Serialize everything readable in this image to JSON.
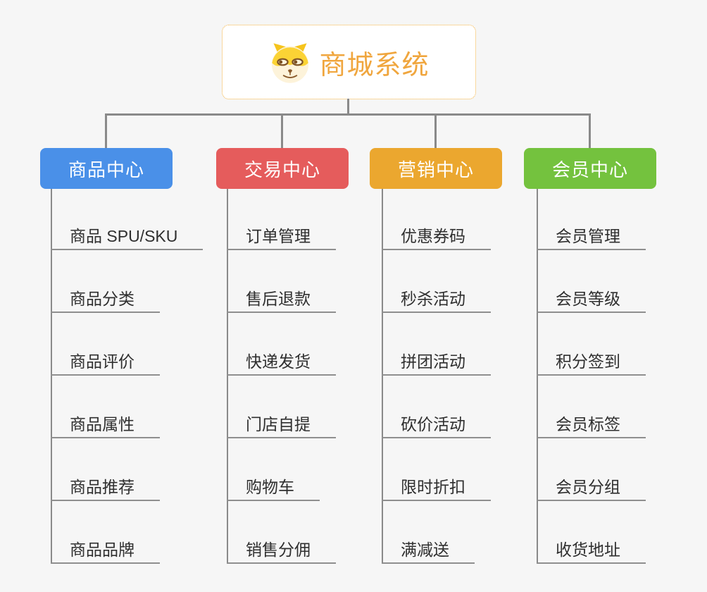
{
  "canvas": {
    "background_color": "#f6f6f6",
    "connector_color": "#8a8a8a"
  },
  "root": {
    "label": "商城系统",
    "icon": "doge-face-icon",
    "text_color": "#f0a63e",
    "border_color": "#f3b13f"
  },
  "branches": [
    {
      "label": "商品中心",
      "color": "#4a90e8",
      "items": [
        "商品 SPU/SKU",
        "商品分类",
        "商品评价",
        "商品属性",
        "商品推荐",
        "商品品牌"
      ]
    },
    {
      "label": "交易中心",
      "color": "#e55c5c",
      "items": [
        "订单管理",
        "售后退款",
        "快递发货",
        "门店自提",
        "购物车",
        "销售分佣"
      ]
    },
    {
      "label": "营销中心",
      "color": "#eba72f",
      "items": [
        "优惠券码",
        "秒杀活动",
        "拼团活动",
        "砍价活动",
        "限时折扣",
        "满减送"
      ]
    },
    {
      "label": "会员中心",
      "color": "#74c23e",
      "items": [
        "会员管理",
        "会员等级",
        "积分签到",
        "会员标签",
        "会员分组",
        "收货地址"
      ]
    }
  ]
}
